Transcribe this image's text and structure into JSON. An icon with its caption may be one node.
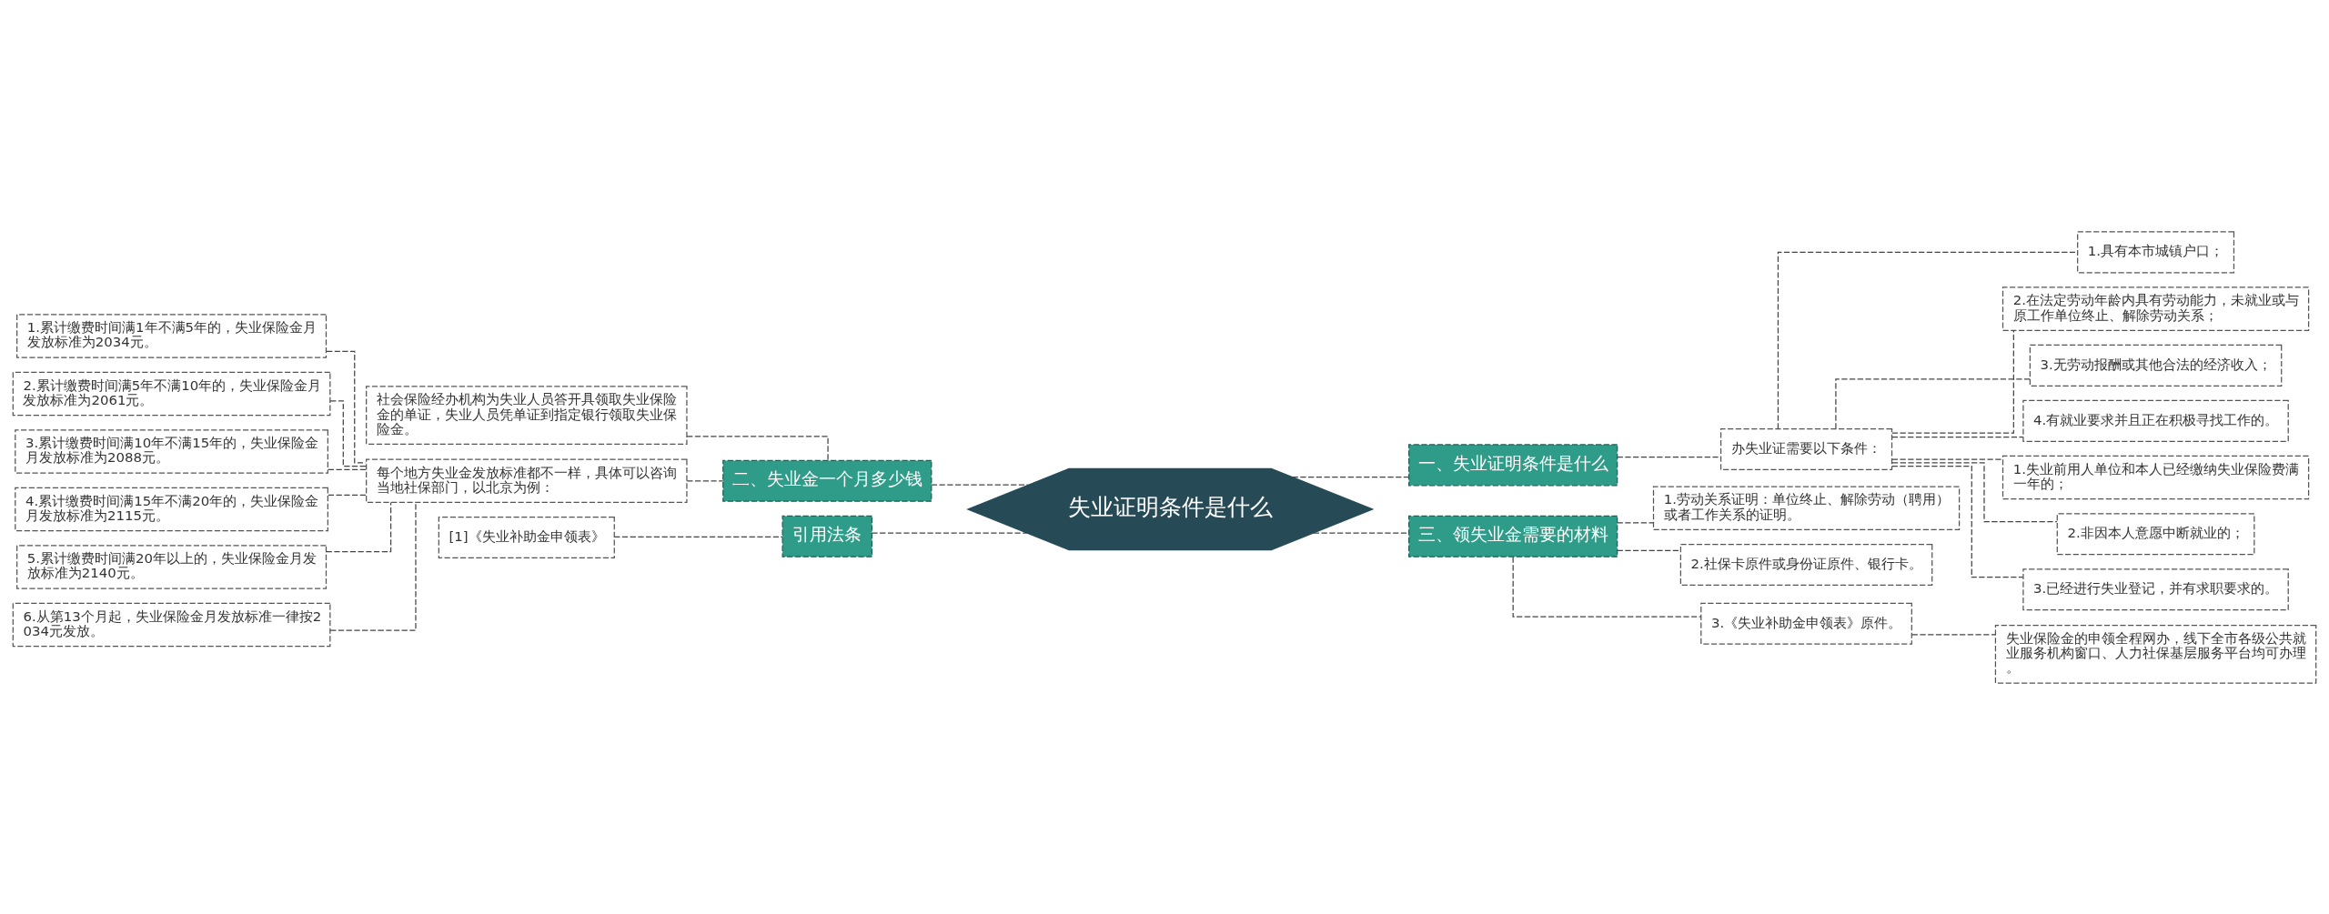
{
  "diagram": {
    "nodes": [
      {
        "text": [
          "失业证明条件是什么"
        ]
      },
      {
        "text": [
          "一、失业证明条件是什么"
        ]
      },
      {
        "text": [
          "办失业证需要以下条件："
        ]
      },
      {
        "text": [
          "1.具有本市城镇户口；"
        ]
      },
      {
        "text": [
          "2.在法定劳动年龄内具有劳动能力，未就业或与原工作单位终止、解除劳动关系；"
        ]
      },
      {
        "text": [
          "3.无劳动报酬或其他合法的经济收入；"
        ]
      },
      {
        "text": [
          "4.有就业要求并且正在积极寻找工作的。"
        ]
      },
      {
        "text": [
          "1.失业前用人单位和本人已经缴纳失业保险费满一年的；"
        ]
      },
      {
        "text": [
          "2.非因本人意愿中断就业的；"
        ]
      },
      {
        "text": [
          "3.已经进行失业登记，并有求职要求的。"
        ]
      },
      {
        "text": [
          "三、领失业金需要的材料"
        ]
      },
      {
        "text": [
          "1.劳动关系证明：单位终止、解除劳动（聘用）或者工作关系的证明。"
        ]
      },
      {
        "text": [
          "2.社保卡原件或身份证原件、银行卡。"
        ]
      },
      {
        "text": [
          "3.《失业补助金申领表》原件。"
        ]
      },
      {
        "text": [
          "失业保险金的申领全程网办，线下全市各级公共就业服务机构窗口、人力社保基层服务平台均可办理。"
        ]
      },
      {
        "text": [
          "二、失业金一个月多少钱"
        ]
      },
      {
        "text": [
          "社会保险经办机构为失业人员答开具领取失业保险金的单证，失业人员凭单证到指定银行领取失业保险金。"
        ]
      },
      {
        "text": [
          "每个地方失业金发放标准都不一样，具体可以咨询当地社保部门，以北京为例："
        ]
      },
      {
        "text": [
          "1.累计缴费时间满1年不满5年的，失业保险金月发放标准为2034元。"
        ]
      },
      {
        "text": [
          "2.累计缴费时间满5年不满10年的，失业保险金月发放标准为2061元。"
        ]
      },
      {
        "text": [
          "3.累计缴费时间满10年不满15年的，失业保险金月发放标准为2088元。"
        ]
      },
      {
        "text": [
          "4.累计缴费时间满15年不满20年的，失业保险金月发放标准为2115元。"
        ]
      },
      {
        "text": [
          "5.累计缴费时间满20年以上的，失业保险金月发放标准为2140元。"
        ]
      },
      {
        "text": [
          "6.从第13个月起，失业保险金月发放标准一律按2034元发放。"
        ]
      },
      {
        "text": [
          "引用法条"
        ]
      },
      {
        "text": [
          "[1]《失业补助金申领表》"
        ]
      }
    ],
    "edges": [
      {
        "from": 0,
        "to": 1,
        "arrow": "none",
        "style": "dashed"
      },
      {
        "from": 1,
        "to": 2,
        "arrow": "none",
        "style": "dashed"
      },
      {
        "from": 2,
        "to": 3,
        "arrow": "none",
        "style": "dashed"
      },
      {
        "from": 2,
        "to": 4,
        "arrow": "none",
        "style": "dashed"
      },
      {
        "from": 2,
        "to": 5,
        "arrow": "none",
        "style": "dashed"
      },
      {
        "from": 2,
        "to": 6,
        "arrow": "none",
        "style": "dashed"
      },
      {
        "from": 2,
        "to": 7,
        "arrow": "none",
        "style": "dashed"
      },
      {
        "from": 2,
        "to": 8,
        "arrow": "none",
        "style": "dashed"
      },
      {
        "from": 2,
        "to": 9,
        "arrow": "none",
        "style": "dashed"
      },
      {
        "from": 0,
        "to": 10,
        "arrow": "none",
        "style": "dashed"
      },
      {
        "from": 10,
        "to": 11,
        "arrow": "none",
        "style": "dashed"
      },
      {
        "from": 10,
        "to": 12,
        "arrow": "none",
        "style": "dashed"
      },
      {
        "from": 10,
        "to": 13,
        "arrow": "none",
        "style": "dashed"
      },
      {
        "from": 13,
        "to": 14,
        "arrow": "none",
        "style": "dashed"
      },
      {
        "from": 0,
        "to": 15,
        "arrow": "none",
        "style": "dashed"
      },
      {
        "from": 15,
        "to": 16,
        "arrow": "none",
        "style": "dashed"
      },
      {
        "from": 15,
        "to": 17,
        "arrow": "none",
        "style": "dashed"
      },
      {
        "from": 17,
        "to": 18,
        "arrow": "none",
        "style": "dashed"
      },
      {
        "from": 17,
        "to": 19,
        "arrow": "none",
        "style": "dashed"
      },
      {
        "from": 17,
        "to": 20,
        "arrow": "none",
        "style": "dashed"
      },
      {
        "from": 17,
        "to": 21,
        "arrow": "none",
        "style": "dashed"
      },
      {
        "from": 17,
        "to": 22,
        "arrow": "none",
        "style": "dashed"
      },
      {
        "from": 17,
        "to": 23,
        "arrow": "none",
        "style": "dashed"
      },
      {
        "from": 0,
        "to": 24,
        "arrow": "none",
        "style": "dashed"
      },
      {
        "from": 24,
        "to": 25,
        "arrow": "none",
        "style": "dashed"
      }
    ]
  }
}
